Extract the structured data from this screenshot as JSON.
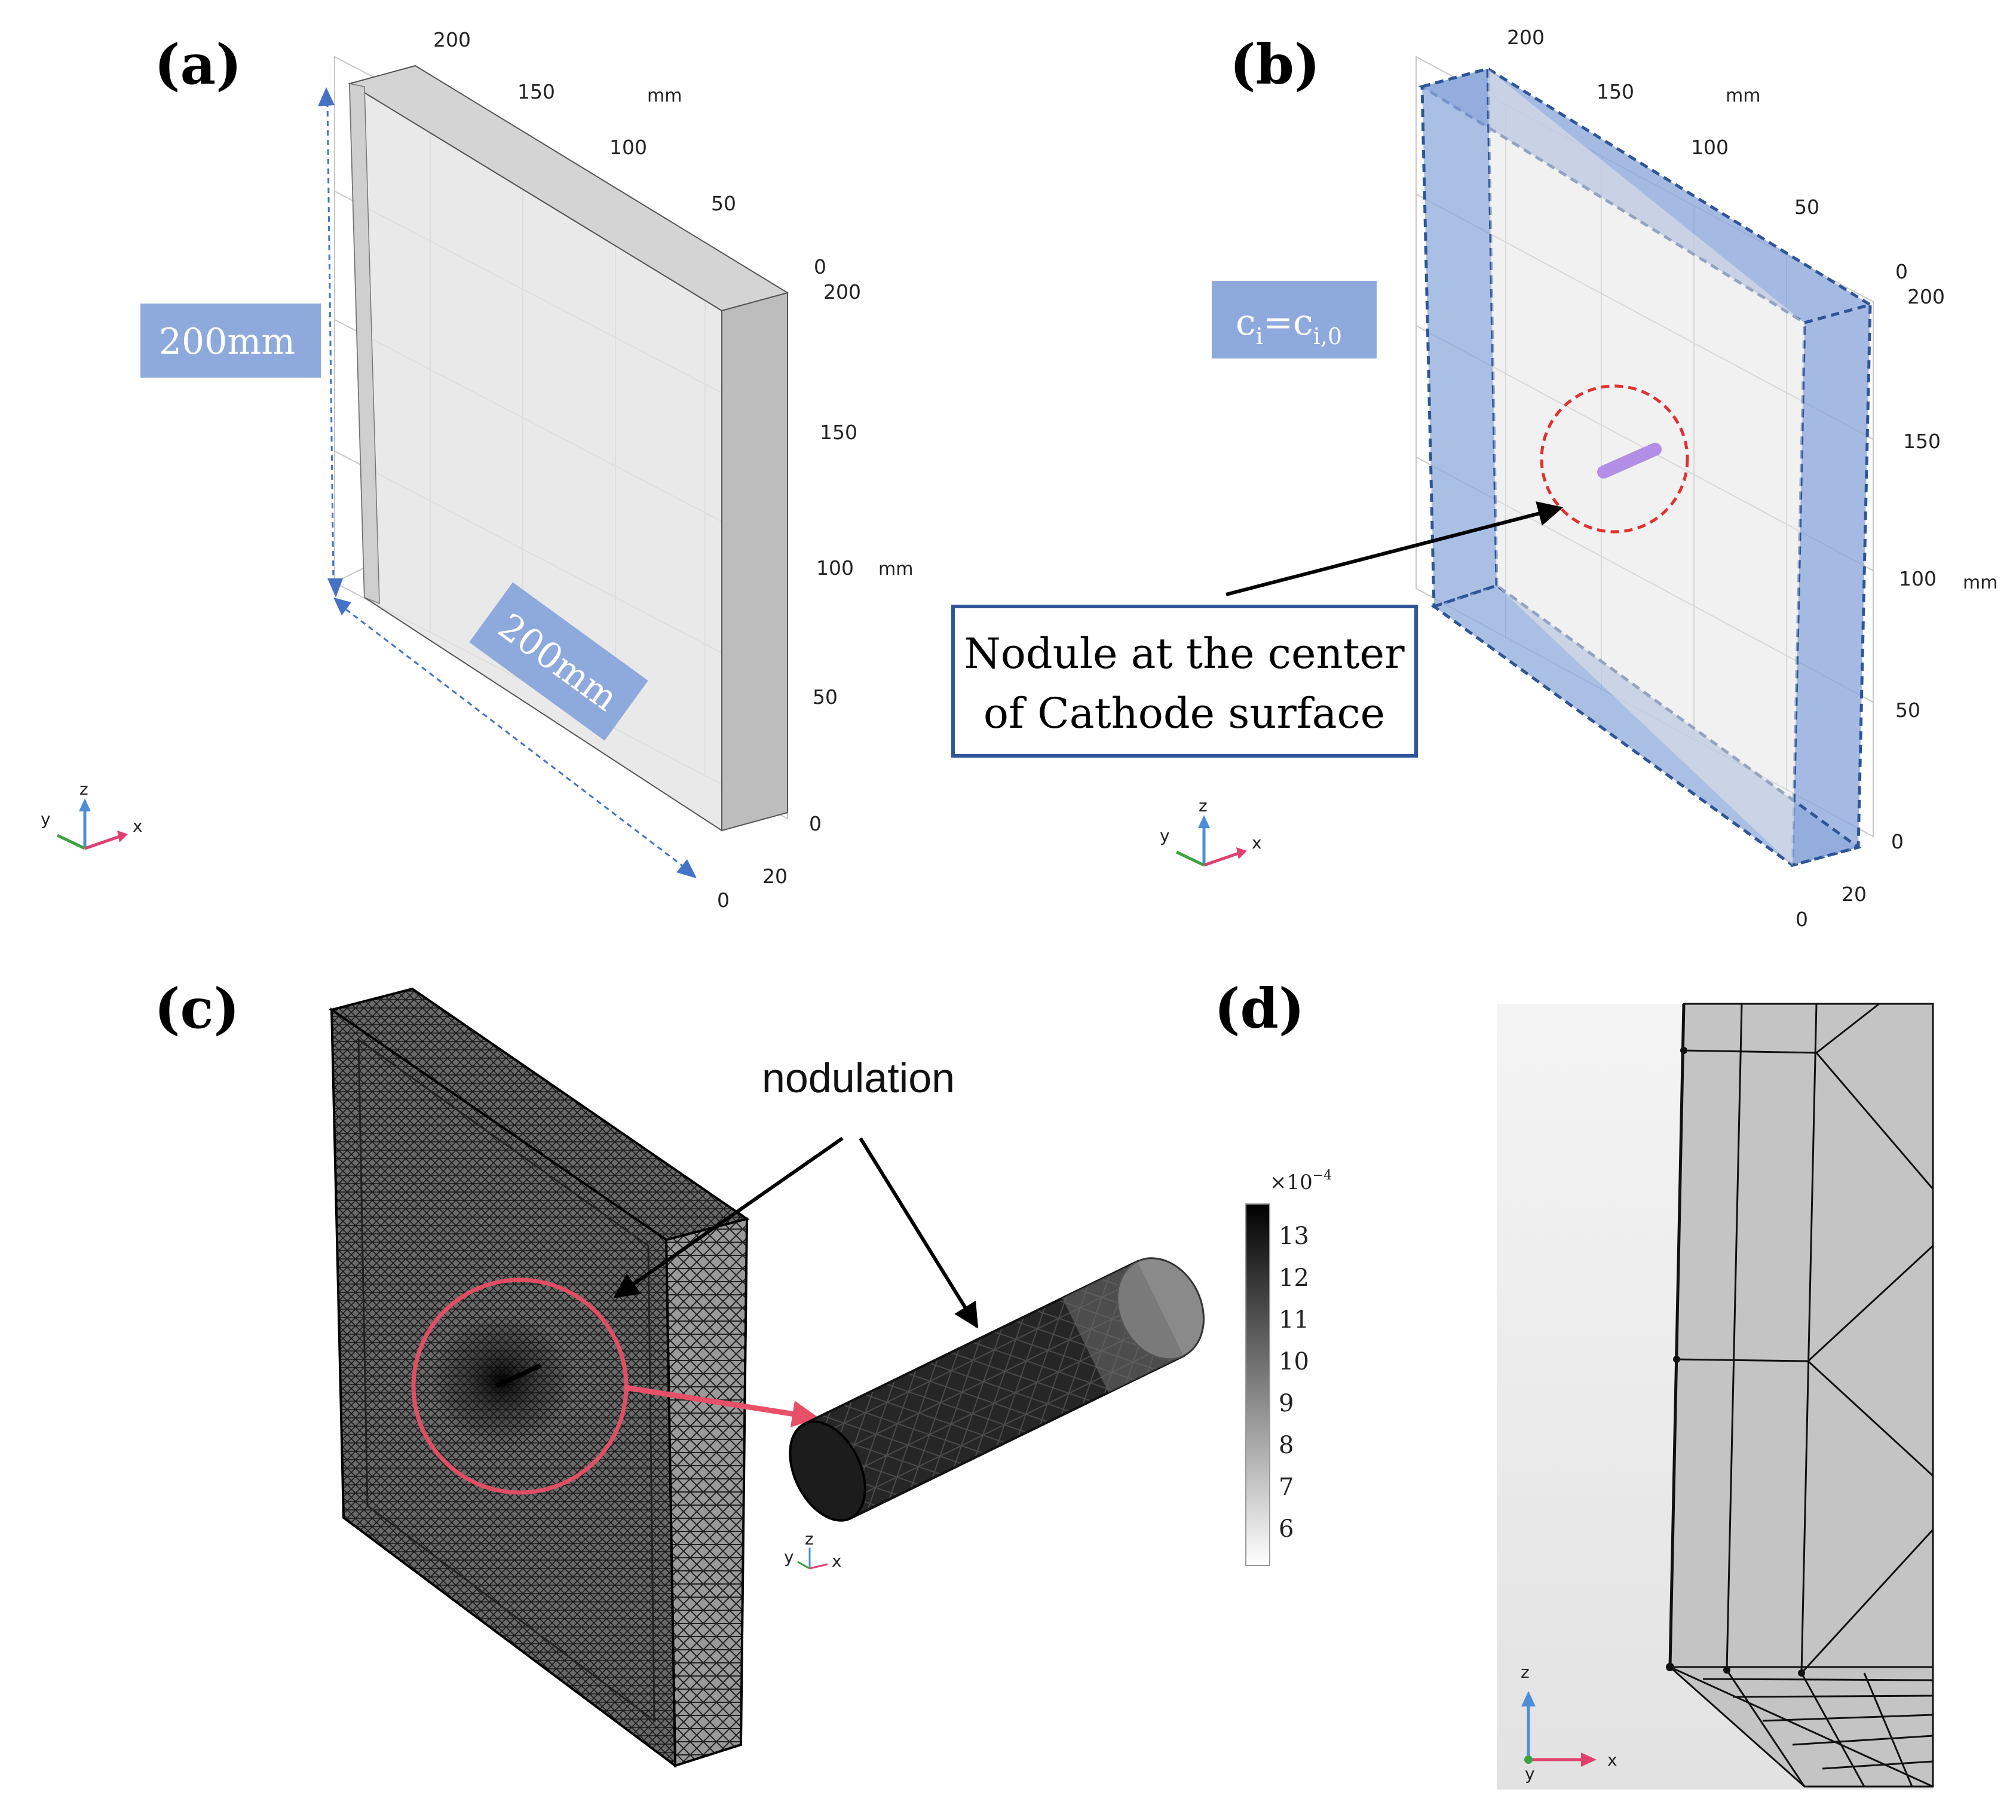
{
  "panels": {
    "a": {
      "label": "(a)",
      "top_ticks": [
        "200",
        "150",
        "100",
        "50",
        "0"
      ],
      "top_unit": "mm",
      "right_ticks": [
        "200",
        "150",
        "100",
        "50",
        "0"
      ],
      "right_unit": "mm",
      "bottom_ticks": [
        "0",
        "20"
      ],
      "dim_vertical": "200mm",
      "dim_diagonal": "200mm",
      "triad": {
        "y": "y",
        "z": "z",
        "x": "x"
      }
    },
    "b": {
      "label": "(b)",
      "top_ticks": [
        "200",
        "150",
        "100",
        "50",
        "0"
      ],
      "top_unit": "mm",
      "right_ticks": [
        "200",
        "150",
        "100",
        "50",
        "0"
      ],
      "right_unit": "mm",
      "bottom_ticks": [
        "0",
        "20"
      ],
      "bc_main": "c",
      "bc_sub1": "i",
      "bc_eq": "=c",
      "bc_sub2": "i,0",
      "callout_line1": "Nodule at the center",
      "callout_line2": "of Cathode surface",
      "triad": {
        "y": "y",
        "z": "z",
        "x": "x"
      }
    },
    "c": {
      "label": "(c)",
      "annotation": "nodulation",
      "colorbar_exponent": "×10",
      "colorbar_exp_power": "−4",
      "colorbar_ticks": [
        "13",
        "12",
        "11",
        "10",
        "9",
        "8",
        "7",
        "6"
      ],
      "triad": {
        "y": "y",
        "z": "z",
        "x": "x"
      }
    },
    "d": {
      "label": "(d)",
      "triad": {
        "z": "z",
        "y": "y",
        "x": "x"
      }
    }
  },
  "colors": {
    "accent_blue": "#8EA9DB",
    "dash_blue": "#2F5597",
    "highlight_red": "#E03030",
    "nodule_purple": "#B28EE6"
  }
}
